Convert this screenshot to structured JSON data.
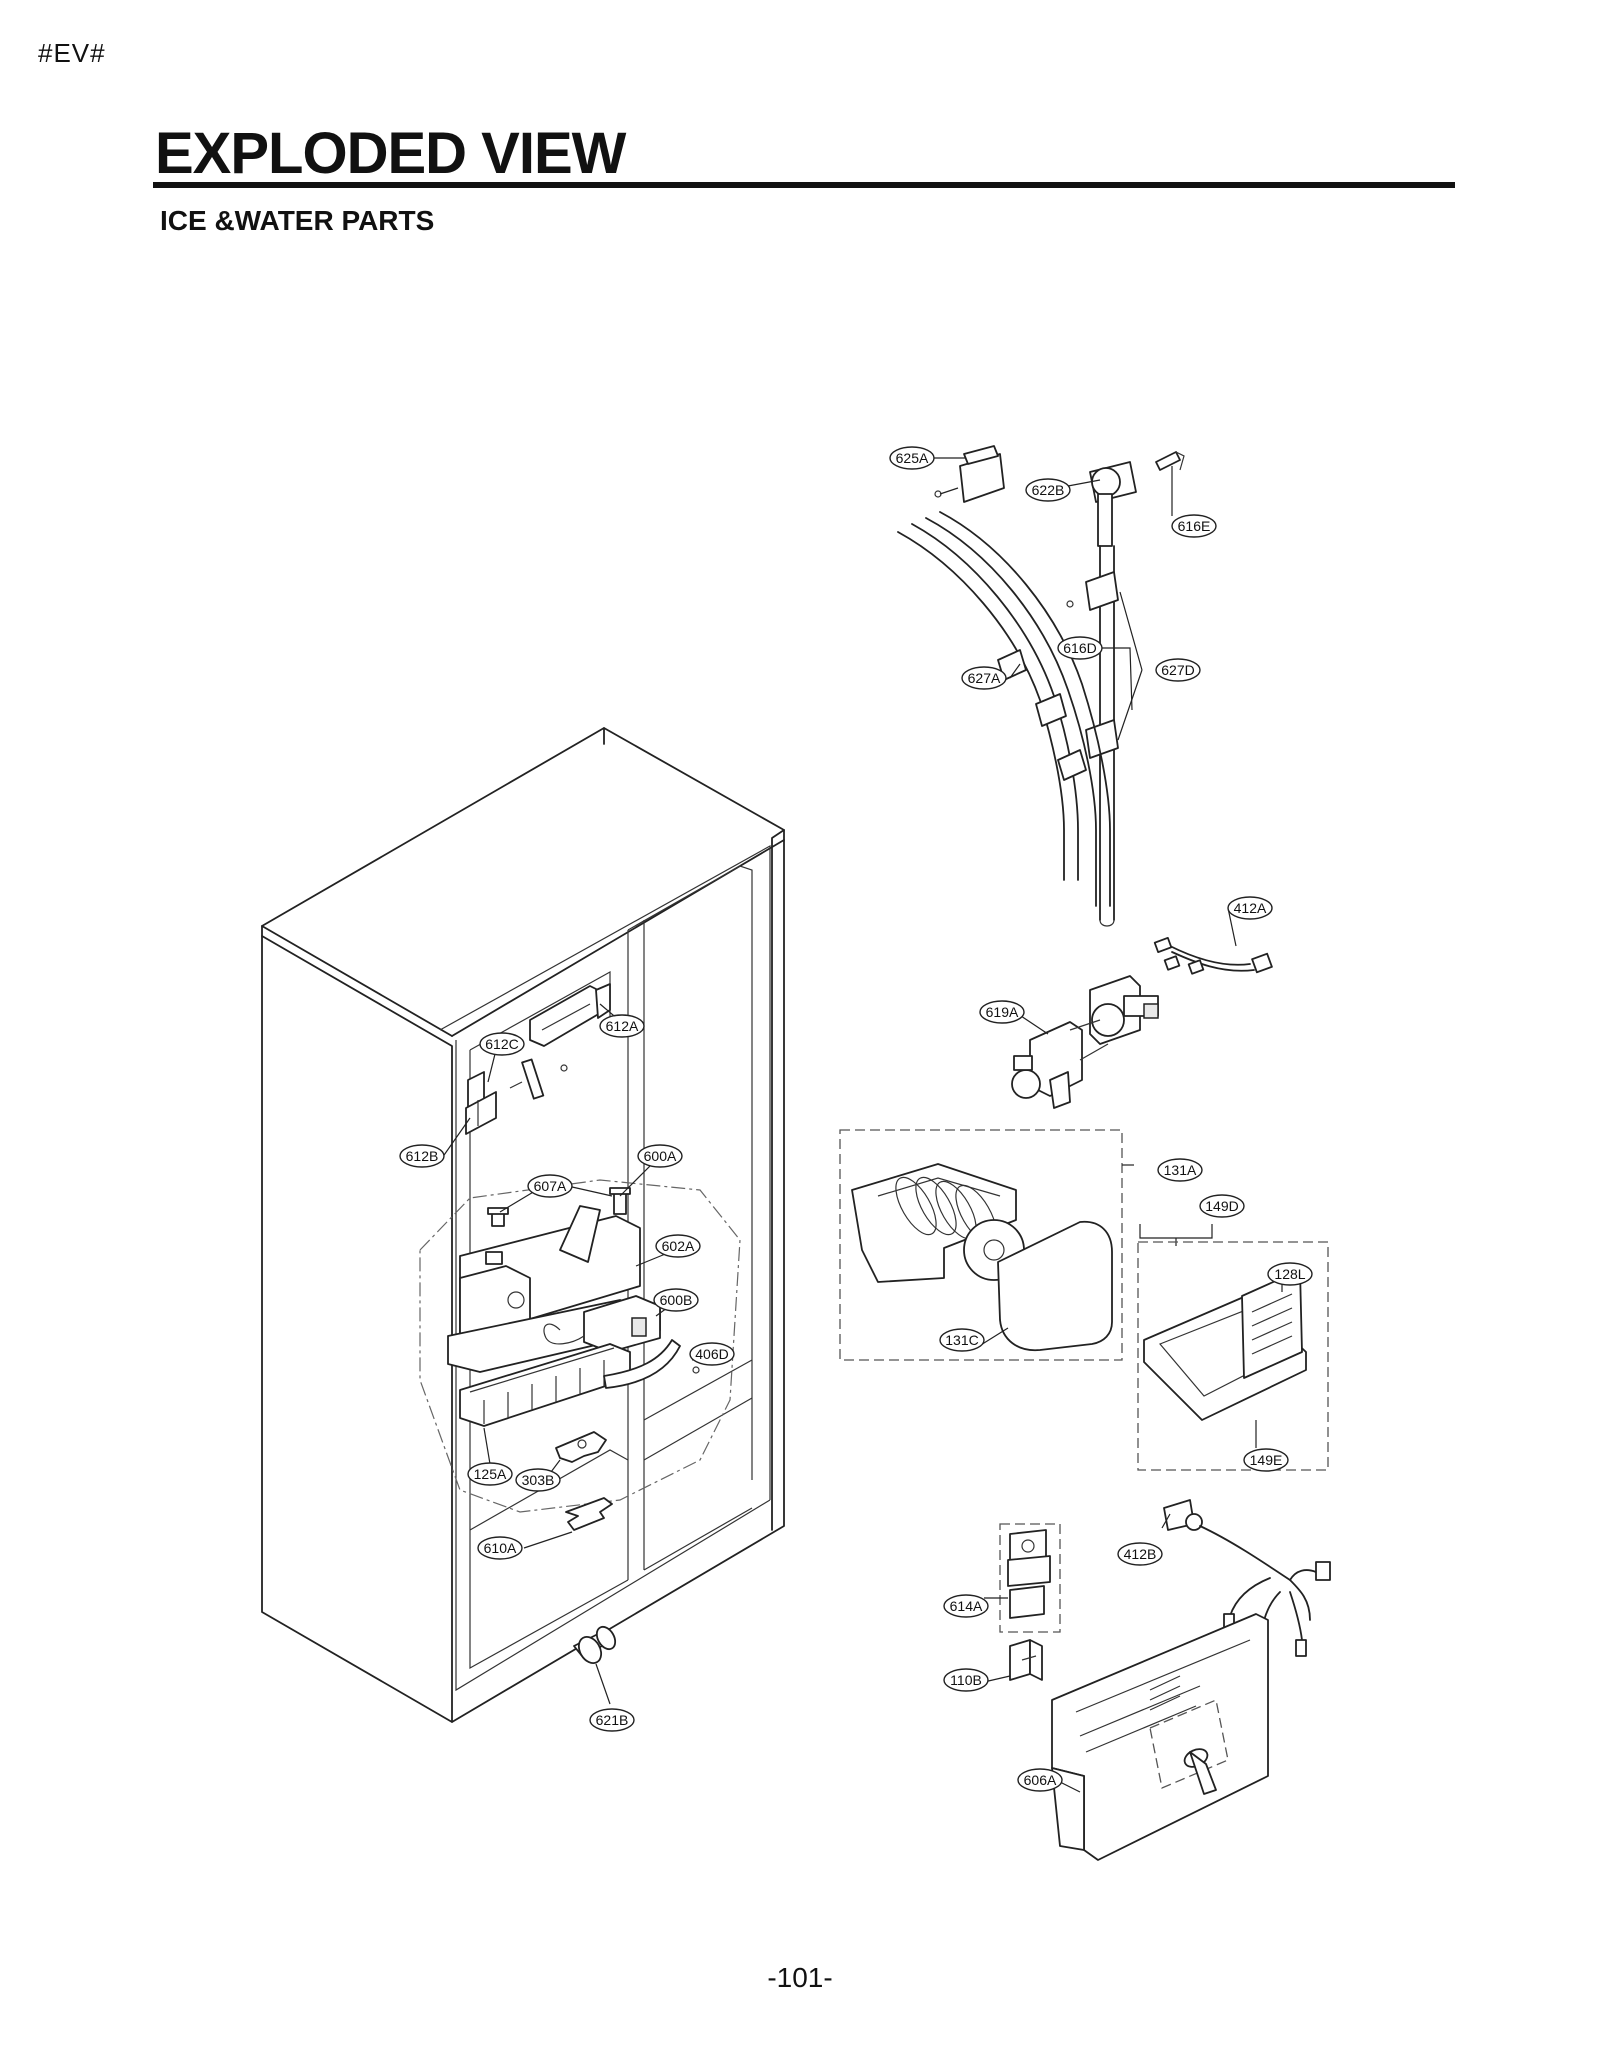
{
  "header": {
    "tag": "#EV#",
    "title": "EXPLODED VIEW",
    "subtitle": "ICE &WATER PARTS"
  },
  "footer": {
    "page_number": "-101-"
  },
  "part_labels": {
    "p625A": "625A",
    "p622B": "622B",
    "p616E": "616E",
    "p616D": "616D",
    "p627D": "627D",
    "p627A": "627A",
    "p412A": "412A",
    "p619A": "619A",
    "p131A": "131A",
    "p149D": "149D",
    "p128L": "128L",
    "p131C": "131C",
    "p149E": "149E",
    "p412B": "412B",
    "p614A": "614A",
    "p110B": "110B",
    "p606A": "606A",
    "p612A": "612A",
    "p612C": "612C",
    "p612B": "612B",
    "p600A": "600A",
    "p607A": "607A",
    "p602A": "602A",
    "p600B": "600B",
    "p406D": "406D",
    "p125A": "125A",
    "p303B": "303B",
    "p610A": "610A",
    "p621B": "621B"
  }
}
